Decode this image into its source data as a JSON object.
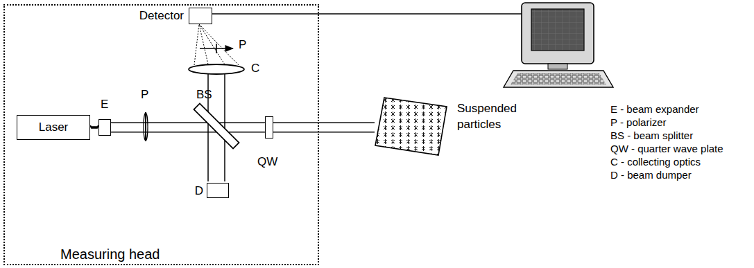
{
  "diagram": {
    "nodes": [
      {
        "text": [
          "Measuring head"
        ]
      },
      {
        "text": [
          "Detector"
        ],
        "in": 0
      },
      {
        "text": [
          "Laser"
        ],
        "in": 0
      },
      {
        "text": [
          "E"
        ],
        "in": 0
      },
      {
        "text": [
          "QW"
        ],
        "in": 0
      },
      {
        "text": [
          "D"
        ],
        "in": 0
      },
      {
        "text": [
          "Suspended particles"
        ]
      }
    ],
    "edges": [
      {
        "from": 2,
        "to": 3,
        "arrow": "none"
      },
      {
        "from": 3,
        "to": 4,
        "arrow": "none"
      },
      {
        "from": 4,
        "to": 6,
        "arrow": "none"
      }
    ],
    "labels": [
      "P",
      "BS",
      "C",
      "P",
      "E - beam expander",
      "P - polarizer",
      "BS - beam splitter",
      "QW - quarter wave plate",
      "C - collecting optics",
      "D - beam dumper"
    ]
  }
}
